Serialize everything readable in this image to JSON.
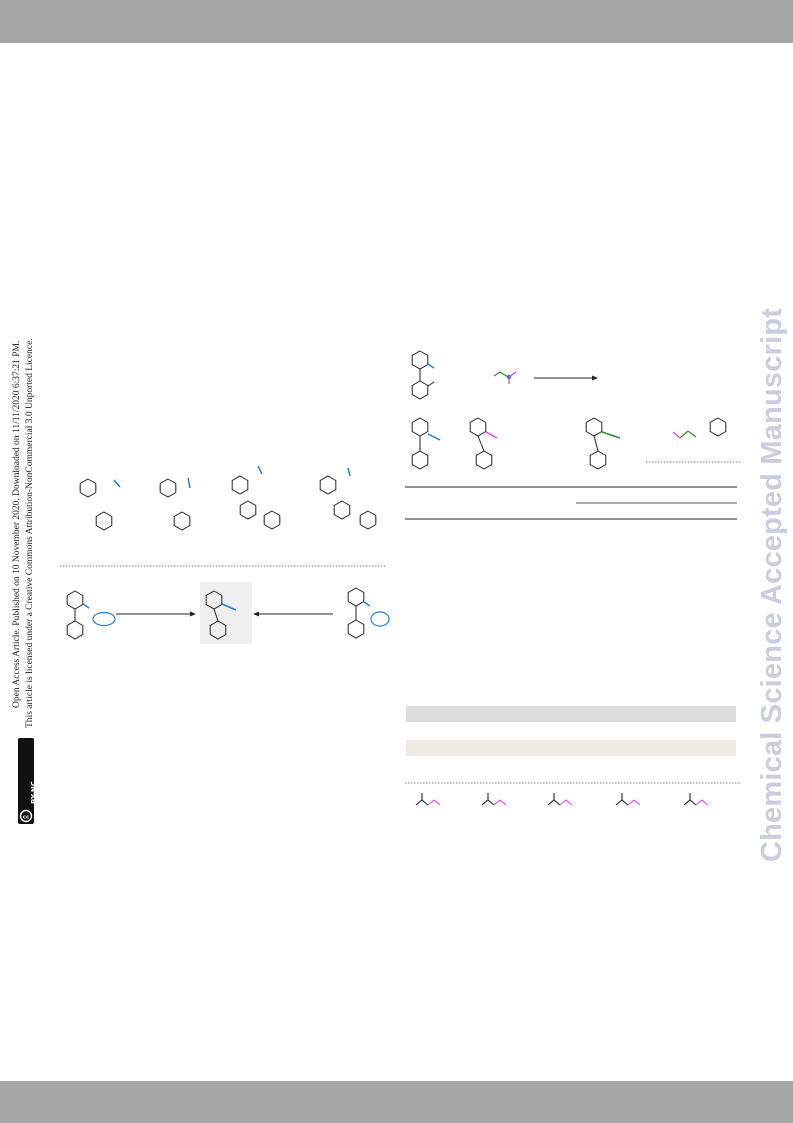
{
  "header": {
    "bar_color": "#a6a6a6"
  },
  "footer": {
    "bar_color": "#a6a6a6"
  },
  "sidebar_notice": {
    "line1": "Open Access Article. Published on 10 November 2020. Downloaded on 11/11/2020 6:37:21 PM.",
    "line2": "This article is licensed under a Creative Commons Attribution-NonCommercial 3.0 Unported Licence.",
    "license_badge": "BY-NC"
  },
  "watermark": {
    "text": "Chemical Science Accepted Manuscript",
    "color": "#c8cde0"
  },
  "colors": {
    "blue": "#1f7fe0",
    "magenta": "#e040e0",
    "green": "#2e8b2e",
    "table_header": "#dcdcdc",
    "table_highlight": "#edeae2"
  }
}
